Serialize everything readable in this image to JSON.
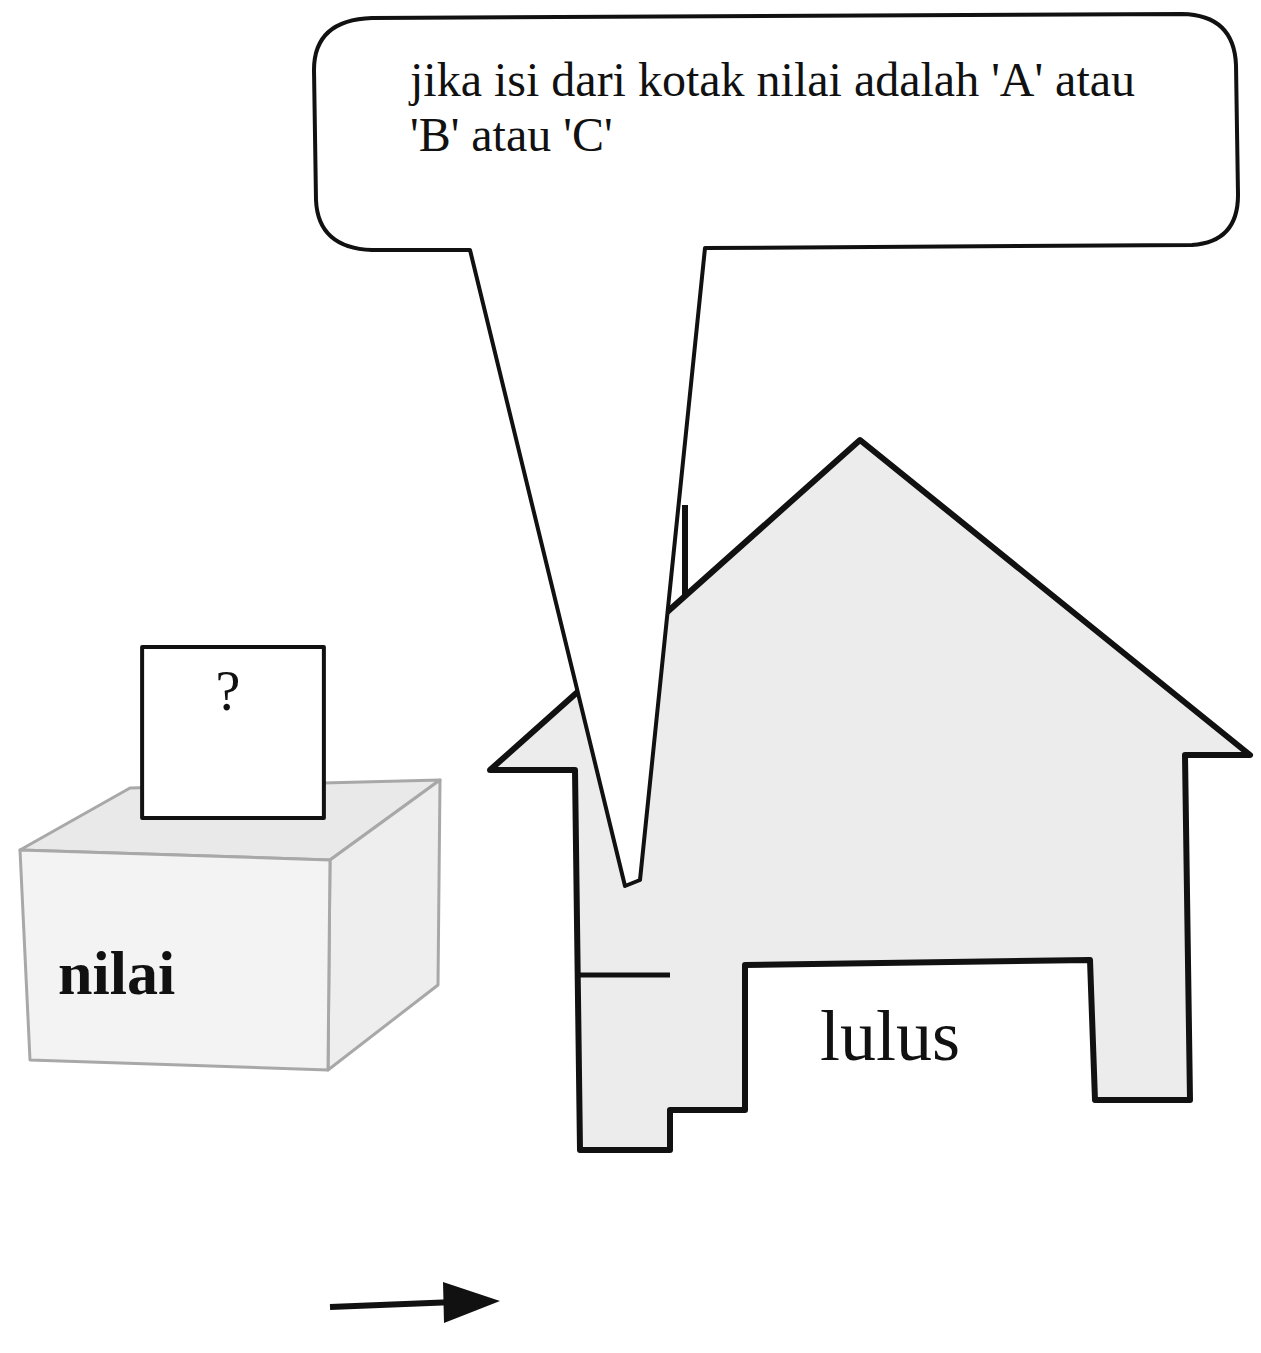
{
  "diagram": {
    "nodes": [
      {
        "text": [
          "jika isi dari kotak nilai adalah 'A' atau 'B' atau 'C'"
        ]
      },
      {
        "text": [
          "?"
        ]
      },
      {
        "text": [
          "nilai"
        ]
      },
      {
        "text": [
          "lulus"
        ]
      }
    ]
  }
}
